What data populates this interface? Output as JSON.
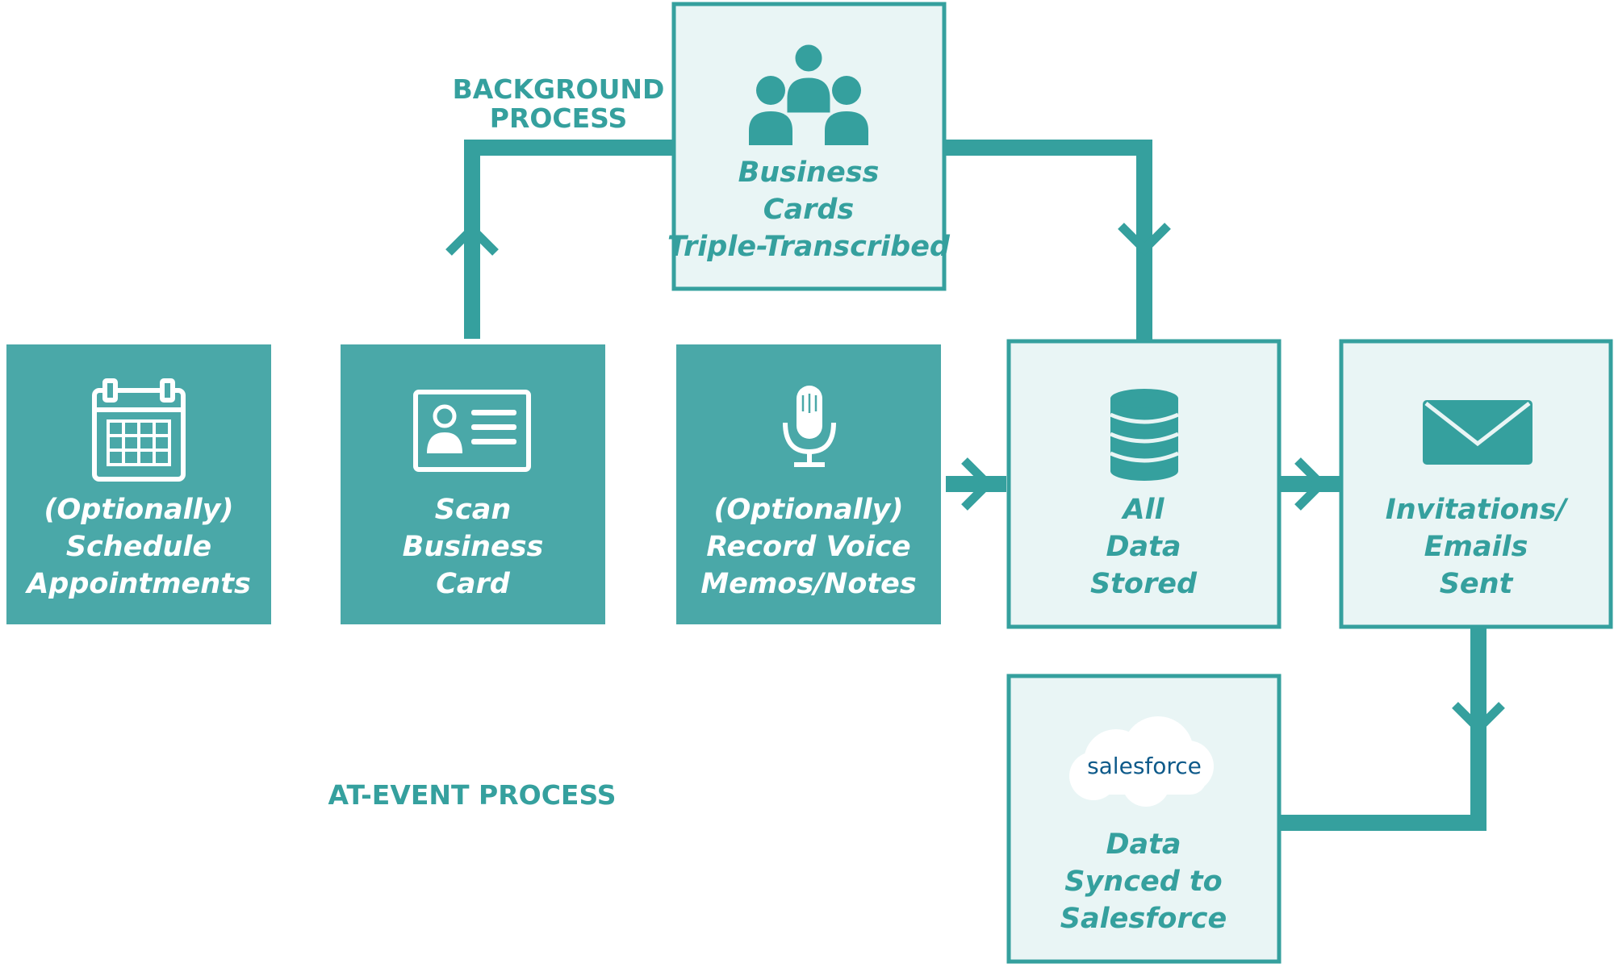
{
  "labels": {
    "background_process": [
      "BACKGROUND",
      "PROCESS"
    ],
    "at_event_process": "AT-EVENT PROCESS"
  },
  "boxes": {
    "schedule": {
      "icon": "calendar-icon",
      "lines": [
        "(Optionally)",
        "Schedule",
        "Appointments"
      ]
    },
    "scan": {
      "icon": "id-card-icon",
      "lines": [
        "Scan",
        "Business",
        "Card"
      ]
    },
    "voice": {
      "icon": "microphone-icon",
      "lines": [
        "(Optionally)",
        "Record Voice",
        "Memos/Notes"
      ]
    },
    "transcribed": {
      "icon": "people-group-icon",
      "lines": [
        "Business",
        "Cards",
        "Triple-Transcribed"
      ]
    },
    "stored": {
      "icon": "database-icon",
      "lines": [
        "All",
        "Data",
        "Stored"
      ]
    },
    "emails": {
      "icon": "envelope-icon",
      "lines": [
        "Invitations/",
        "Emails",
        "Sent"
      ]
    },
    "salesforce": {
      "icon": "salesforce-cloud-icon",
      "logo_text": "salesforce",
      "lines": [
        "Data",
        "Synced to",
        "Salesforce"
      ]
    }
  },
  "colors": {
    "teal": "#35a09e",
    "box_solid": "#4aa8a8",
    "box_light": "#e9f5f5",
    "salesforce_text": "#0e5a8a"
  }
}
